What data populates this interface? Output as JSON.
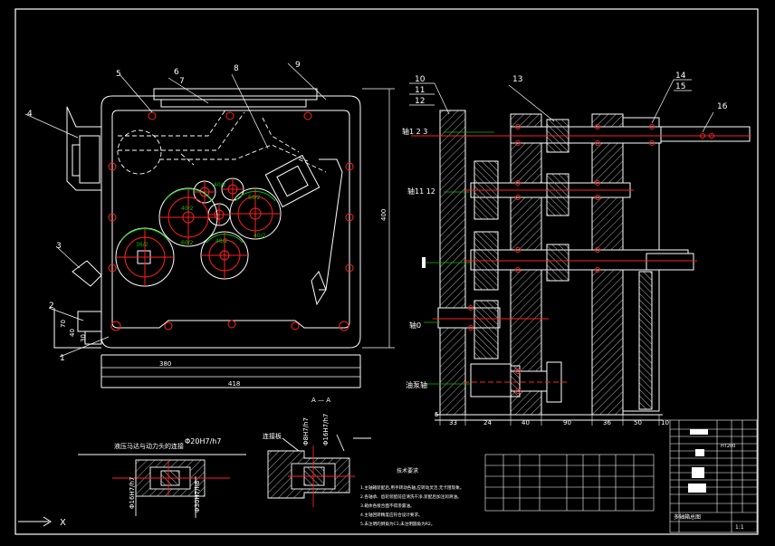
{
  "drawing": {
    "colors": {
      "background": "#000000",
      "line_white": "#ffffff",
      "line_red": "#ff2020",
      "line_green": "#00c000",
      "hatch": "#c8c8c8",
      "axis": "#ff6060"
    },
    "balloons": {
      "b1": "1",
      "b2": "2",
      "b3": "3",
      "b4": "4",
      "b5": "5",
      "b6": "6",
      "b7": "7",
      "b8": "8",
      "b9": "9",
      "b10": "10",
      "b11": "11",
      "b12": "12",
      "b13": "13",
      "b14": "14",
      "b15": "15",
      "b16": "16"
    },
    "shaft_labels": {
      "s123": "轴1 2 3",
      "s1112": "轴11 12",
      "s0": "轴0",
      "pump": "油泵轴"
    },
    "front_view_dims": {
      "height": "400",
      "width_inner": "380",
      "width_total": "418",
      "d70": "70",
      "d40": "40",
      "d30": "30"
    },
    "side_view_dims": {
      "d33": "33",
      "d24": "24",
      "d40": "40",
      "d90": "90",
      "d36": "36",
      "d50": "50",
      "d10": "10",
      "d5": "5"
    },
    "gear_labels": {
      "g1": "40/2",
      "g2": "40/2",
      "g3": "50/2",
      "g4": "60/2",
      "g5": "36/2",
      "g6": "48/2",
      "g7": "40/2"
    },
    "detail_a": {
      "title": "A — A",
      "leader": "连接板",
      "fit1": "Φ8H7/h7",
      "fit2": "Φ16H7/h7"
    },
    "detail_b": {
      "caption": "液压马达与动力头的连接",
      "fit_main": "Φ20H7/h7",
      "fit1": "Φ16H7/h7",
      "fit2": "Φ30H7/h8"
    },
    "tech_notes": {
      "heading": "技术要求",
      "n1": "1.主轴箱装配后,用手转动各轴,应转动灵活,无卡阻现象。",
      "n2": "2.各轴承、齿轮装配前应清洗干净,装配后加注润滑油。",
      "n3": "3.箱体各接合面不得渗漏油。",
      "n4": "4.主轴回转精度应符合设计要求。",
      "n5": "5.未注明的倒角为C1,未注明圆角为R2。"
    },
    "title_block": {
      "name": "多轴箱总图",
      "scale": "1:1",
      "material": "HT200"
    },
    "ucs_label": "X"
  }
}
